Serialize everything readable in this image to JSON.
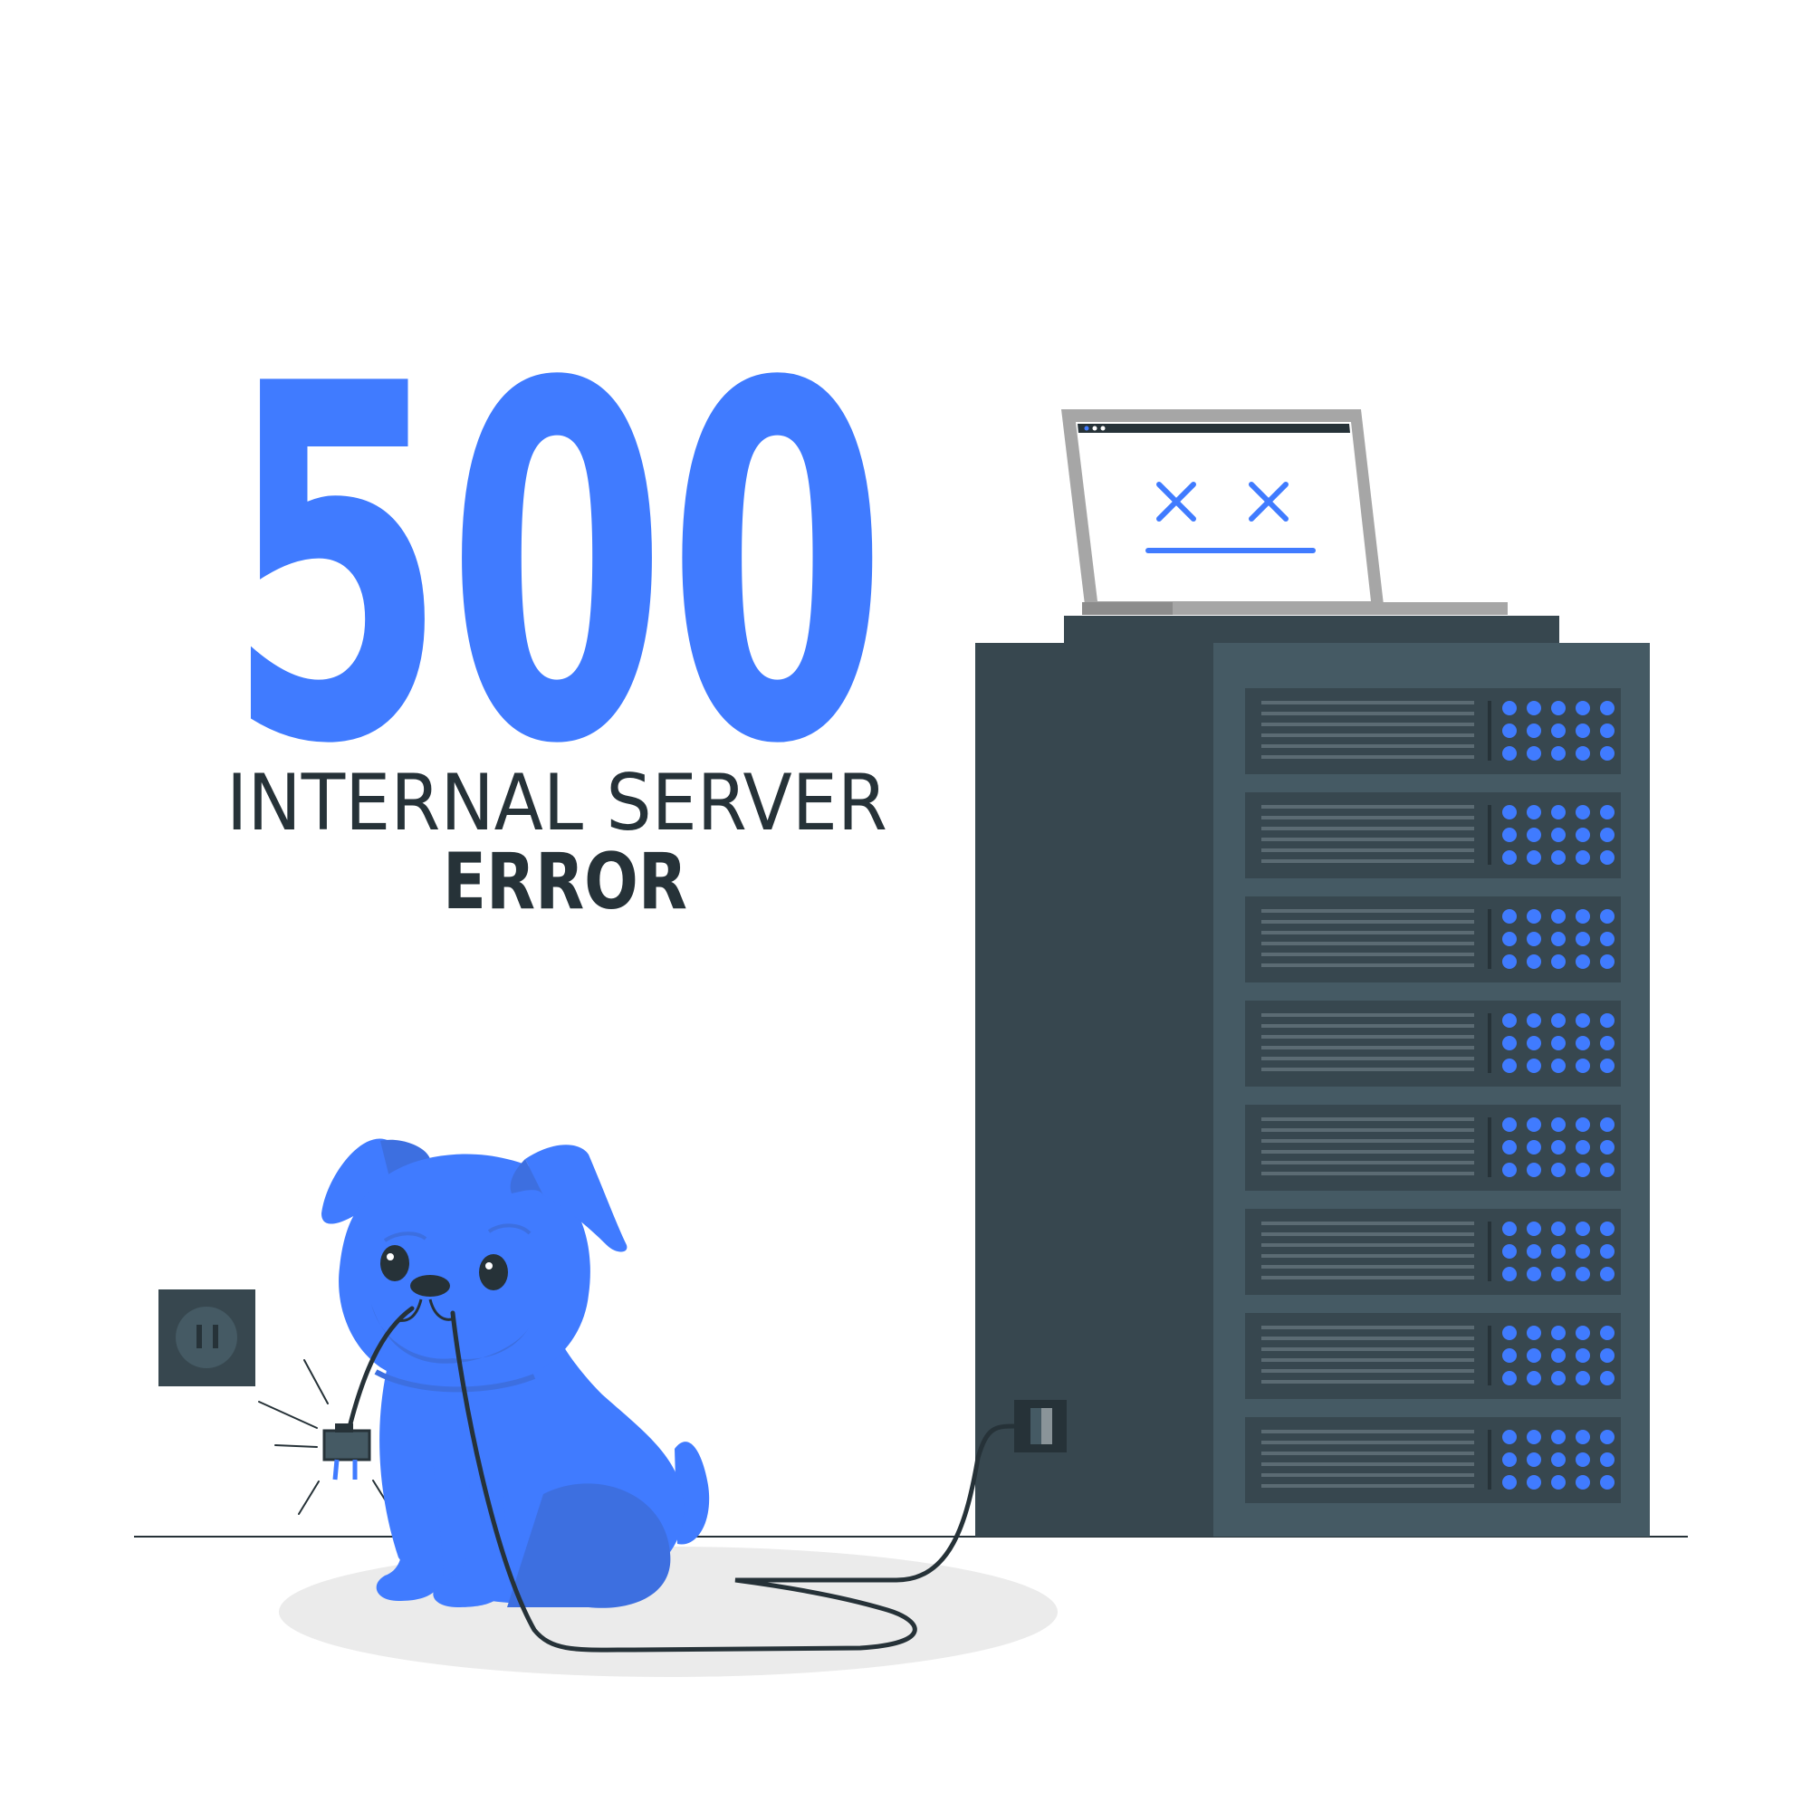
{
  "error_page": {
    "code": "500",
    "title_line1": "INTERNAL SERVER",
    "title_line2": "ERROR"
  },
  "illustration": {
    "laptop_screen_icon": "dead-face-x-eyes-icon",
    "server_rack_units": 8,
    "characters": [
      "dog-holding-unplugged-cable"
    ],
    "objects": [
      "wall-outlet",
      "server-rack",
      "laptop",
      "power-cable",
      "power-plug"
    ]
  },
  "colors": {
    "accent_blue": "#407BFF",
    "dog_blue": "#407BFF",
    "dog_shade": "#3D6FE0",
    "dark_text": "#263238",
    "server_dark": "#37474F",
    "server_mid": "#455A64",
    "laptop_grey": "#A6A6A6",
    "floor_shadow": "#EBEBEB"
  }
}
